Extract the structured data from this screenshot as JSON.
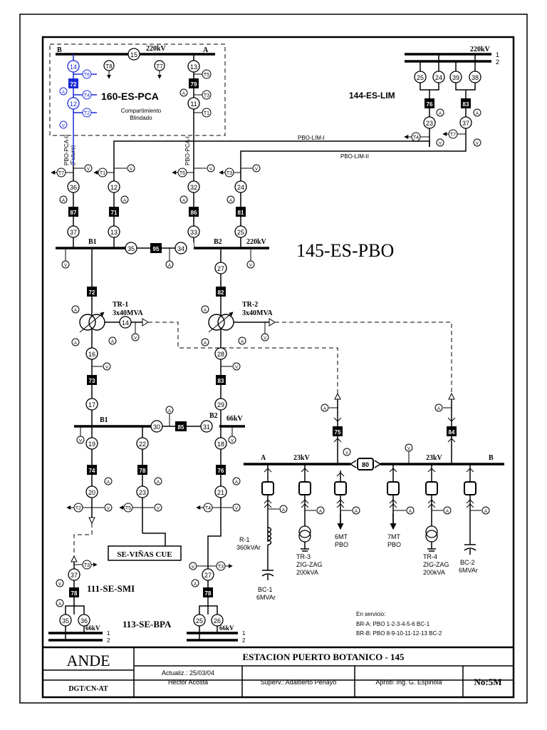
{
  "title": "145-ES-PBO",
  "bus_labels": {
    "pca_b": "B",
    "pca_a": "A",
    "pca_kv": "220kV",
    "lim_kv": "220kV",
    "lim_1": "1",
    "lim_2": "2",
    "main_b1": "B1",
    "main_b2": "B2",
    "main_kv": "220kV",
    "mid_b1": "B1",
    "mid_b2": "B2",
    "mid_kv": "66kV",
    "lv_a": "A",
    "lv_kv1": "23kV",
    "lv_kv2": "23kV",
    "lv_b": "B",
    "smi_kv": "66kV",
    "smi_1": "1",
    "smi_2": "2",
    "bpa_kv": "66kV",
    "bpa_1": "1",
    "bpa_2": "2"
  },
  "station_labels": {
    "pca": "160-ES-PCA",
    "pca_sub1": "Compartimiento",
    "pca_sub2": "Blindado",
    "lim": "144-ES-LIM",
    "smi": "111-SE-SMI",
    "bpa": "113-SE-BPA",
    "vinas": "SE-VIÑAS CUE"
  },
  "line_labels": {
    "lim1": "PBO-LIM-I",
    "lim2": "PBO-LIM-II",
    "pca1": "PBO-PCA-I",
    "pca2": "PBO-PCA-II",
    "futuro": "(Futuro)"
  },
  "transformers": {
    "tr1_name": "TR-1",
    "tr1_rating": "3x40MVA",
    "tr2_name": "TR-2",
    "tr2_rating": "3x40MVA"
  },
  "feeders": {
    "r1_name": "R-1",
    "r1_val": "360kVAr",
    "tr3_name": "TR-3",
    "tr3_type": "ZIG-ZAG",
    "tr3_val": "200kVA",
    "mt6": "6MT",
    "mt6_sub": "PBO",
    "mt7": "7MT",
    "mt7_sub": "PBO",
    "tr4_name": "TR-4",
    "tr4_type": "ZIG-ZAG",
    "tr4_val": "200kVA",
    "bc2_name": "BC-2",
    "bc2_val": "6MVAr",
    "bc1_name": "BC-1",
    "bc1_val": "6MVAr"
  },
  "breakers": {
    "b72": "72",
    "b79": "79",
    "b76": "76",
    "b83": "83",
    "b87": "87",
    "b71": "71",
    "b86": "86",
    "b81": "81",
    "b95": "95",
    "b72b": "72",
    "b82": "82",
    "b73": "73",
    "b83b": "83",
    "b85": "85",
    "b75": "75",
    "b84": "84",
    "b74": "74",
    "b78": "78",
    "b76b": "76",
    "b80": "80",
    "b78smi": "78",
    "b78bpa": "78"
  },
  "disconnectors": {
    "d15": "15",
    "d14": "14",
    "d12": "12",
    "d13": "13",
    "d11": "11",
    "d25": "25",
    "d24": "24",
    "d39": "39",
    "d38": "38",
    "d23": "23",
    "d37": "37",
    "d36": "36",
    "d12b": "12",
    "d32": "32",
    "d24b": "24",
    "d37b": "37",
    "d13b": "13",
    "d33": "33",
    "d25b": "25",
    "d35": "35",
    "d34": "34",
    "d27": "27",
    "d14b": "14",
    "d16": "16",
    "d28": "28",
    "d17": "17",
    "d29": "29",
    "d30": "30",
    "d31": "31",
    "d19": "19",
    "d22": "22",
    "d18": "18",
    "d20": "20",
    "d23b": "23",
    "d21": "21",
    "d37smi": "37",
    "d35smi": "35",
    "d36smi": "36",
    "d27bpa": "27",
    "d25bpa": "25",
    "d26bpa": "26"
  },
  "instrument_letters": {
    "t": "T",
    "a": "A",
    "v": "V"
  },
  "service_notes": {
    "header": "En servicio:",
    "bra": "BR-A: PBO 1-2-3-4-5-6 BC-1",
    "brb": "BR-B: PBO 8-9-10-11-12-13 BC-2"
  },
  "title_block": {
    "company": "ANDE",
    "dept": "DGT/CN-AT",
    "station": "ESTACION PUERTO BOTANICO - 145",
    "update_label": "Actualiz.: 25/03/04",
    "update_person": "Héctor Acosta",
    "supervisor": "Superv.: Adalberto Penayo",
    "approved": "Aprob: Ing. G. Espinola",
    "sheet_no": "No:5M"
  },
  "colors": {
    "ink": "#000000",
    "new_equipment": "#1a2bd6",
    "paper": "#ffffff"
  }
}
